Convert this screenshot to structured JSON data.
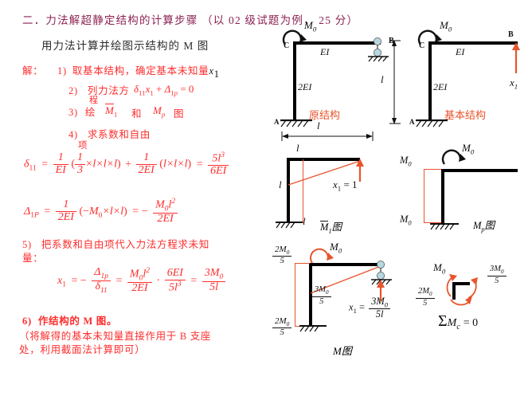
{
  "header": {
    "title": "二．力法解超静定结构的计算步骤 （以 02 级试题为例， 25 分）",
    "subtitle": "用力法计算并绘图示结构的 M 图"
  },
  "solution": {
    "prefix": "解：",
    "steps": [
      {
        "num": "1)",
        "text": "取基本结构，确定基本未知量",
        "trail": "x",
        "trailsub": "1"
      },
      {
        "num": "2)",
        "text": "列力法方",
        "wrap": "程",
        "equation": "δ11 x1 + Δ1p = 0"
      },
      {
        "num": "3)",
        "text": "绘",
        "eq_a": "M̄1",
        "conj": "和",
        "eq_b": "Mp",
        "tail": "图"
      },
      {
        "num": "4)",
        "text": "求系数和自由",
        "wrap": "项"
      },
      {
        "num": "5)",
        "text": "把系数和自由项代入力法方程求未知",
        "wrap": "量："
      },
      {
        "num": "6)",
        "text": "作结构的 M 图。"
      }
    ],
    "note": "（将解得的基本未知量直接作用于 B 支座处，利用截面法计算即可）",
    "note_line1": "（将解得的基本未知量直接作用于 B 支座",
    "note_line2": "处，利用截面法计算即可）"
  },
  "formulas": {
    "delta11": {
      "lhs": "δ",
      "lhs_sub": "11",
      "eq": "=",
      "t1_num": "1",
      "t1_den": "EI",
      "t1_inner_num": "1",
      "t1_inner_den": "3",
      "t1_rest": "×l×l×l)",
      "plus": "+",
      "t2_num": "1",
      "t2_den": "2EI",
      "t2_rest": "(l×l×l)",
      "eq2": "=",
      "res_num": "5l",
      "res_num_sup": "3",
      "res_den": "6EI"
    },
    "delta1P": {
      "lhs": "Δ",
      "lhs_sub": "1P",
      "eq": "=",
      "t1_num": "1",
      "t1_den": "2EI",
      "t1_rest": "(−M0×l×l)",
      "eq2": "= −",
      "res_num": "M0l",
      "res_num_sup": "2",
      "res_den": "2EI"
    },
    "x1": {
      "lhs": "x",
      "lhs_sub": "1",
      "eq": "= −",
      "f1_num": "Δ1p",
      "f1_den": "δ11",
      "eq2": "=",
      "f2_num": "M0l",
      "f2_num_sup": "2",
      "f2_den": "2EI",
      "dot": "·",
      "f3_num": "6EI",
      "f3_den": "5l",
      "f3_den_sup": "3",
      "eq3": "=",
      "f4_num": "3M0",
      "f4_den": "5l"
    }
  },
  "figures": {
    "original": {
      "caption": "原结构",
      "moment_label": "M0",
      "node_c": "C",
      "node_b": "B",
      "node_a": "A",
      "beam_stiffness": "EI",
      "column_stiffness": "2EI",
      "dim_horizontal": "l",
      "dim_vertical": "l"
    },
    "basic": {
      "caption": "基本结构",
      "moment_label": "M0",
      "node_c": "C",
      "node_b": "B",
      "node_a": "A",
      "beam_stiffness": "EI",
      "column_stiffness": "2EI",
      "force_label": "x1"
    },
    "m1bar": {
      "caption": "M̄1图",
      "top_label": "l",
      "left_label": "l",
      "bottom_label": "l",
      "force_label": "x1 = 1"
    },
    "mp": {
      "caption": "Mp图",
      "moment_label": "M0",
      "top_value": "M0",
      "bottom_value": "M0"
    },
    "mfinal": {
      "caption": "M图",
      "moment_label": "M0",
      "top_left_num": "2M0",
      "top_left_den": "5",
      "bottom_left_num": "2M0",
      "bottom_left_den": "5",
      "mid_num": "3M0",
      "mid_den": "5",
      "reaction_lhs": "x1 =",
      "reaction_num": "3M0",
      "reaction_den": "5l"
    },
    "equilibrium": {
      "m0": "M0",
      "right_num": "3M0",
      "right_den": "5",
      "left_num": "2M0",
      "left_den": "5",
      "sum_text": "ΣMc = 0"
    }
  },
  "colors": {
    "title": "#8B2252",
    "red_text": "#FF2D2D",
    "diagram_red": "#E8542B",
    "black": "#111111",
    "support_circle": "#B7D7DF"
  }
}
